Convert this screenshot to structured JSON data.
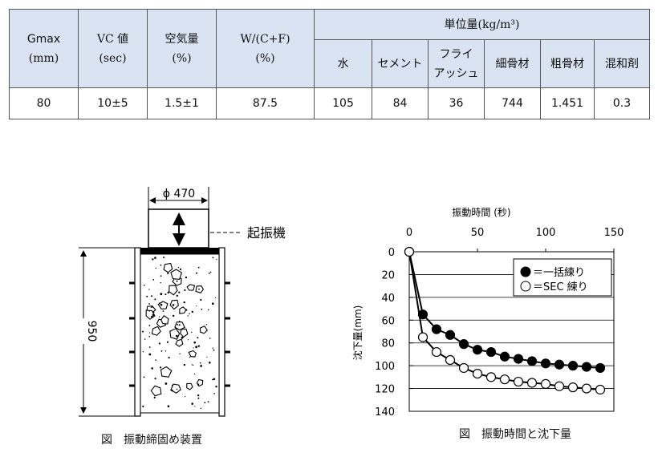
{
  "table": {
    "headers": {
      "gmax": [
        "Gmax",
        "(mm)"
      ],
      "vc": [
        "VC 値",
        "(sec)"
      ],
      "air": [
        "空気量",
        "(%)"
      ],
      "wcf": [
        "W/(C+F)",
        "(%)"
      ],
      "unit_group": "単位量(kg/m³)"
    },
    "unit_columns": [
      "水",
      "セメント",
      [
        "フライ",
        "アッシュ"
      ],
      "細骨材",
      "粗骨材",
      "混和剤"
    ],
    "row": [
      "80",
      "10±5",
      "1.5±1",
      "87.5",
      "105",
      "84",
      "36",
      "744",
      "1.451",
      "0.3"
    ]
  },
  "apparatus": {
    "diameter_label": "ϕ 470",
    "height_label": "950",
    "vibrator_label": "起振機",
    "caption": "図　振動締固め装置"
  },
  "chart_data": {
    "type": "line",
    "title": "",
    "xlabel": "振動時間 (秒)",
    "ylabel": "沈下量(mm)",
    "xlim": [
      0,
      150
    ],
    "ylim": [
      0,
      140
    ],
    "x_ticks": [
      0,
      50,
      100,
      150
    ],
    "y_ticks": [
      0,
      20,
      40,
      60,
      80,
      100,
      120,
      140
    ],
    "y_inverted": true,
    "x_axis_position": "top",
    "grid": "horizontal",
    "legend_position": "top-right",
    "series": [
      {
        "name": "＝一括練り",
        "marker": "filled-circle",
        "x": [
          0,
          10,
          20,
          30,
          40,
          50,
          60,
          70,
          80,
          90,
          100,
          110,
          120,
          130,
          140
        ],
        "y": [
          0,
          55,
          68,
          73,
          81,
          86,
          88,
          92,
          94,
          96,
          98,
          99,
          100,
          101,
          102
        ]
      },
      {
        "name": "＝SEC 練り",
        "marker": "open-circle",
        "x": [
          0,
          10,
          20,
          30,
          40,
          50,
          60,
          70,
          80,
          90,
          100,
          110,
          120,
          130,
          140
        ],
        "y": [
          0,
          75,
          88,
          95,
          102,
          107,
          110,
          112,
          114,
          115,
          116,
          118,
          119,
          120,
          121
        ]
      }
    ],
    "caption": "図　振動時間と沈下量"
  }
}
